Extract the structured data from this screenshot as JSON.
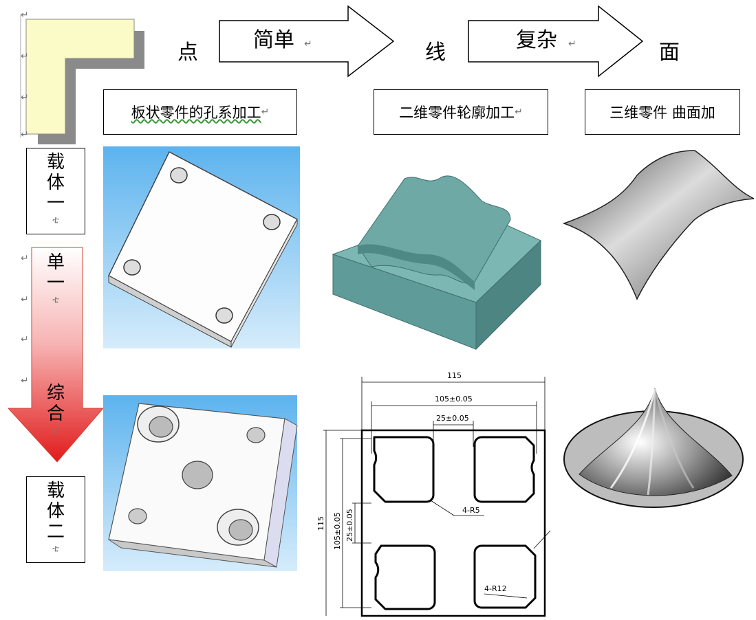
{
  "top_row": {
    "point": "点",
    "line": "线",
    "surface": "面",
    "arrow_simple": "简单",
    "arrow_complex": "复杂"
  },
  "categories": {
    "plate_holes": "板状零件的孔系加工",
    "contour_2d": "二维零件轮廓加工",
    "surface_3d": "三维零件 曲面加"
  },
  "left_column": {
    "carrier_one": [
      "载",
      "体",
      "一"
    ],
    "single": [
      "单",
      "一"
    ],
    "composite": [
      "综",
      "合"
    ],
    "carrier_two": [
      "载",
      "体",
      "二"
    ],
    "return_mark": "↵",
    "small_mark": "ቲ"
  },
  "drawing": {
    "dim_total_w": "115",
    "dim_inner_w": "105±0.05",
    "dim_gap_w": "25±0.05",
    "dim_total_h": "115",
    "dim_inner_h": "105±0.05",
    "dim_gap_h": "25±0.05",
    "note_r5": "4-R5",
    "note_r12": "4-R12"
  },
  "colors": {
    "panel_blue": "#5cb3ee",
    "teal_part": "#6aa6a3",
    "corner_fill": "#fbfbc8",
    "shadow": "#8a8a8a",
    "arrow_red": "#e11b1b"
  }
}
